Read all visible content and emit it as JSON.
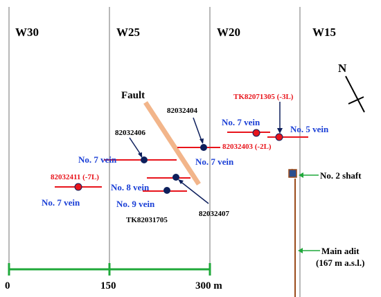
{
  "grid_labels": [
    "W30",
    "W25",
    "W20",
    "W15"
  ],
  "north_label": "N",
  "fault_label": "Fault",
  "scale": {
    "labels": [
      "0",
      "150",
      "300 m"
    ]
  },
  "colors": {
    "grid_line": "#b8b8b8",
    "vein": "#e8141b",
    "fault": "#f2b58a",
    "scale": "#1fa83a",
    "arrow": "#0d1f5c",
    "blue_text": "#1a3fd6",
    "red_text": "#e8141b",
    "adit": "#9a4a1a",
    "shaft": "#2a4f8f"
  },
  "vein_labels": {
    "no7_right": "No. 7 vein",
    "no5": "No. 5 vein",
    "no7_left": "No. 7 vein",
    "no7_mid": "No. 7 vein",
    "no7_far_left": "No. 7 vein",
    "no8": "No. 8 vein",
    "no9": "No. 9 vein"
  },
  "drill_holes": {
    "h82032404": "82032404",
    "h82032406": "82032406",
    "h82032407": "82032407",
    "tk82031705": "TK82031705",
    "h82032411": "82032411 (-7L)",
    "h82032403": "82032403 (-2L)",
    "tk82071305": "TK82071305 (-3L)"
  },
  "features": {
    "shaft_label": "No. 2 shaft",
    "adit_label_1": "Main adit",
    "adit_label_2": "(167 m a.s.l.)"
  }
}
